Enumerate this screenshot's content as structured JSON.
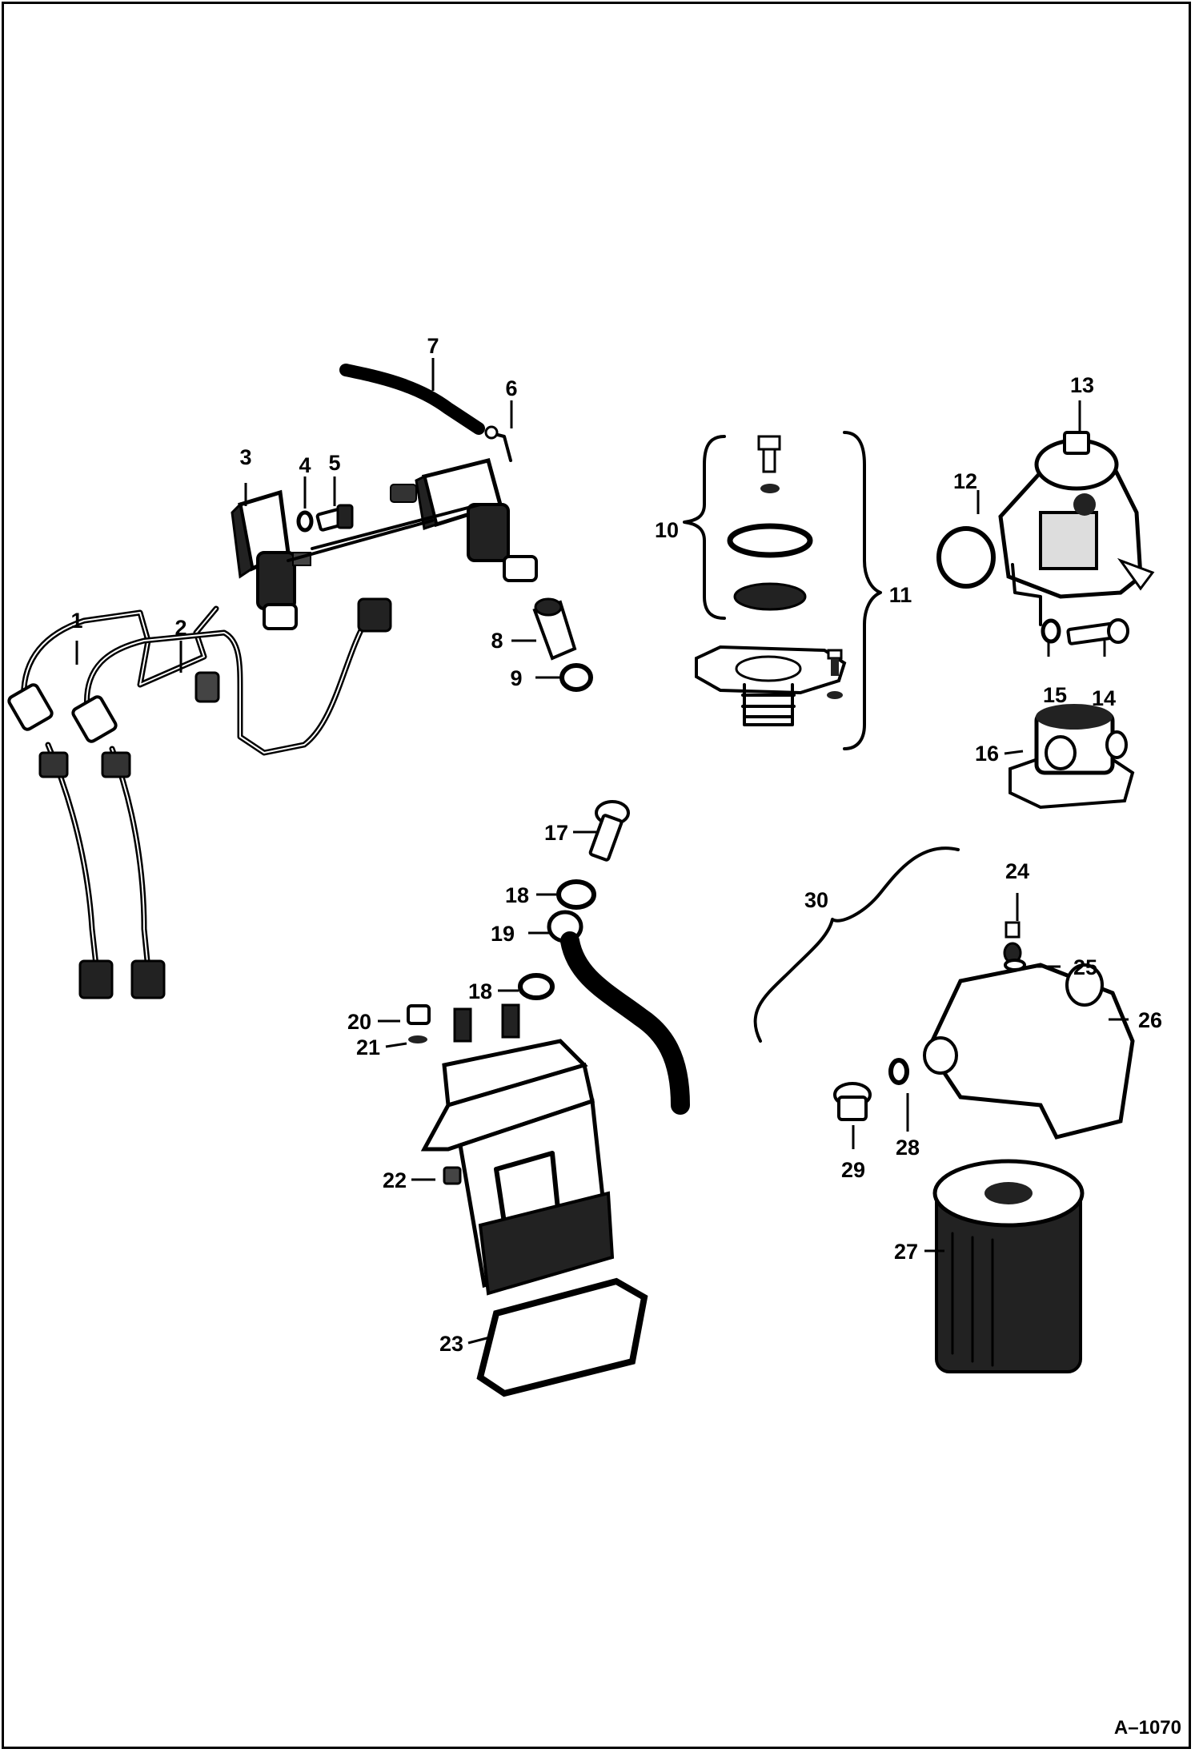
{
  "reference_code": "A–1070",
  "callouts": [
    {
      "id": "1",
      "text": "1"
    },
    {
      "id": "2",
      "text": "2"
    },
    {
      "id": "3",
      "text": "3"
    },
    {
      "id": "4",
      "text": "4"
    },
    {
      "id": "5",
      "text": "5"
    },
    {
      "id": "6",
      "text": "6"
    },
    {
      "id": "7",
      "text": "7"
    },
    {
      "id": "8",
      "text": "8"
    },
    {
      "id": "9",
      "text": "9"
    },
    {
      "id": "10",
      "text": "10"
    },
    {
      "id": "11",
      "text": "11"
    },
    {
      "id": "12",
      "text": "12"
    },
    {
      "id": "13",
      "text": "13"
    },
    {
      "id": "14",
      "text": "14"
    },
    {
      "id": "15",
      "text": "15"
    },
    {
      "id": "16",
      "text": "16"
    },
    {
      "id": "17",
      "text": "17"
    },
    {
      "id": "18a",
      "text": "18"
    },
    {
      "id": "18b",
      "text": "18"
    },
    {
      "id": "19",
      "text": "19"
    },
    {
      "id": "20",
      "text": "20"
    },
    {
      "id": "21",
      "text": "21"
    },
    {
      "id": "22",
      "text": "22"
    },
    {
      "id": "23",
      "text": "23"
    },
    {
      "id": "24",
      "text": "24"
    },
    {
      "id": "25",
      "text": "25"
    },
    {
      "id": "26",
      "text": "26"
    },
    {
      "id": "27",
      "text": "27"
    },
    {
      "id": "28",
      "text": "28"
    },
    {
      "id": "29",
      "text": "29"
    },
    {
      "id": "30",
      "text": "30"
    }
  ]
}
